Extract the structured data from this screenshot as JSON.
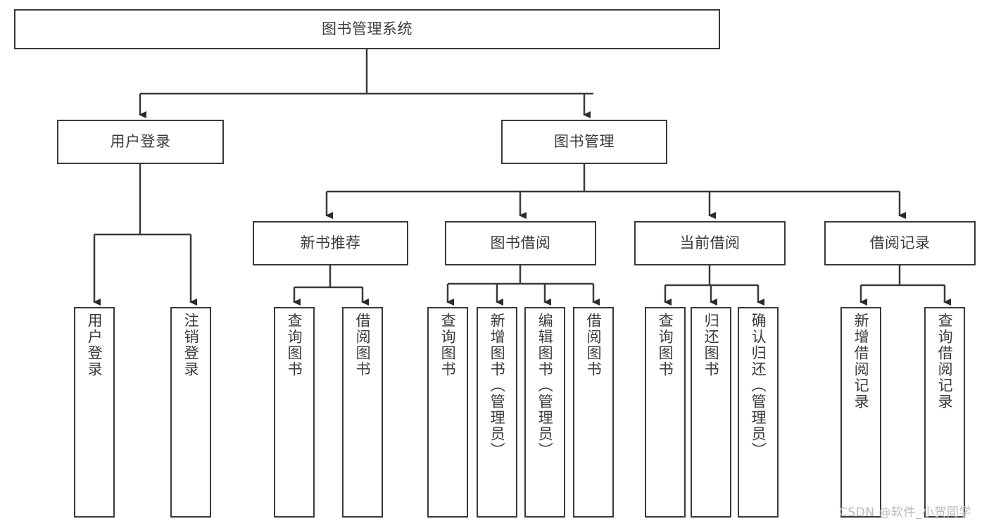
{
  "diagram": {
    "title": "图书管理系统",
    "type": "hierarchy-tree",
    "root": {
      "label": "图书管理系统"
    },
    "level2": [
      {
        "label": "用户登录"
      },
      {
        "label": "图书管理"
      }
    ],
    "level3": [
      {
        "label": "新书推荐"
      },
      {
        "label": "图书借阅"
      },
      {
        "label": "当前借阅"
      },
      {
        "label": "借阅记录"
      }
    ],
    "leaves": {
      "user_login": [
        {
          "label": "用户登录"
        },
        {
          "label": "注销登录"
        }
      ],
      "new_book_recommend": [
        {
          "label": "查询图书"
        },
        {
          "label": "借阅图书"
        }
      ],
      "book_borrow": [
        {
          "label": "查询图书"
        },
        {
          "label": "新增图书（管理员）"
        },
        {
          "label": "编辑图书（管理员）"
        },
        {
          "label": "借阅图书"
        }
      ],
      "current_borrow": [
        {
          "label": "查询图书"
        },
        {
          "label": "归还图书"
        },
        {
          "label": "确认归还（管理员）"
        }
      ],
      "borrow_record": [
        {
          "label": "新增借阅记录"
        },
        {
          "label": "查询借阅记录"
        }
      ]
    }
  },
  "watermark": {
    "text": "CSDN @软件_小贺同学"
  },
  "colors": {
    "stroke": "#3a3a3a",
    "fill": "#ffffff",
    "text": "#3a3a3a",
    "watermark": "#b9b9b9"
  }
}
